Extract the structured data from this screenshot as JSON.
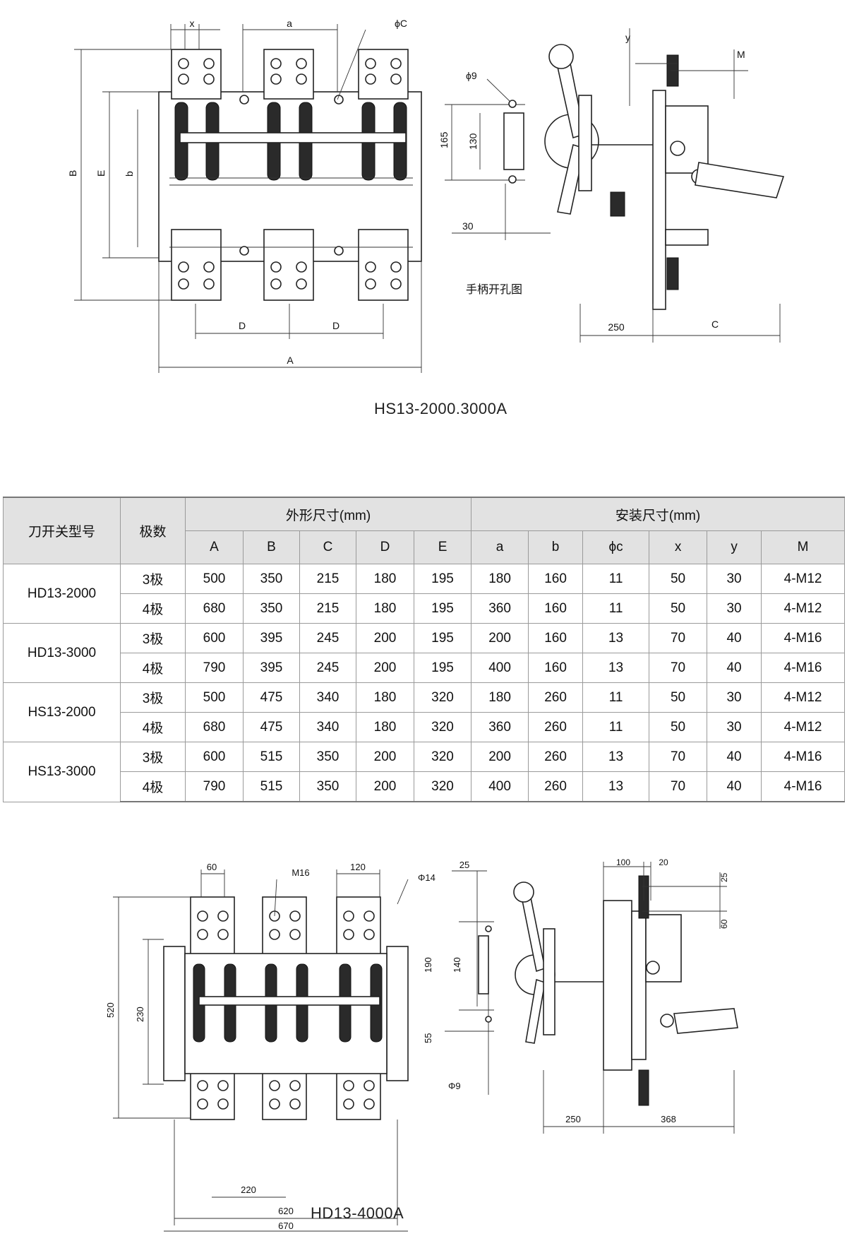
{
  "top_figure": {
    "caption": "HS13-2000.3000A",
    "handle_label": "手柄开孔图",
    "dims": {
      "x": "x",
      "a": "a",
      "phiC": "ϕC",
      "B": "B",
      "E": "E",
      "b": "b",
      "D1": "D",
      "D2": "D",
      "A": "A",
      "phi9": "ϕ9",
      "d165": "165",
      "d130": "130",
      "d30": "30",
      "y": "y",
      "M": "M",
      "d250": "250",
      "C": "C"
    }
  },
  "table": {
    "headers": {
      "model": "刀开关型号",
      "poles": "极数",
      "outline": "外形尺寸(mm)",
      "install": "安装尺寸(mm)",
      "cols": [
        "A",
        "B",
        "C",
        "D",
        "E",
        "a",
        "b",
        "ϕc",
        "x",
        "y",
        "M"
      ]
    },
    "rows": [
      {
        "model": "HD13-2000",
        "poles": "3极",
        "values": [
          "500",
          "350",
          "215",
          "180",
          "195",
          "180",
          "160",
          "11",
          "50",
          "30",
          "4-M12"
        ]
      },
      {
        "model": "",
        "poles": "4极",
        "values": [
          "680",
          "350",
          "215",
          "180",
          "195",
          "360",
          "160",
          "11",
          "50",
          "30",
          "4-M12"
        ]
      },
      {
        "model": "HD13-3000",
        "poles": "3极",
        "values": [
          "600",
          "395",
          "245",
          "200",
          "195",
          "200",
          "160",
          "13",
          "70",
          "40",
          "4-M16"
        ]
      },
      {
        "model": "",
        "poles": "4极",
        "values": [
          "790",
          "395",
          "245",
          "200",
          "195",
          "400",
          "160",
          "13",
          "70",
          "40",
          "4-M16"
        ]
      },
      {
        "model": "HS13-2000",
        "poles": "3极",
        "values": [
          "500",
          "475",
          "340",
          "180",
          "320",
          "180",
          "260",
          "11",
          "50",
          "30",
          "4-M12"
        ]
      },
      {
        "model": "",
        "poles": "4极",
        "values": [
          "680",
          "475",
          "340",
          "180",
          "320",
          "360",
          "260",
          "11",
          "50",
          "30",
          "4-M12"
        ]
      },
      {
        "model": "HS13-3000",
        "poles": "3极",
        "values": [
          "600",
          "515",
          "350",
          "200",
          "320",
          "200",
          "260",
          "13",
          "70",
          "40",
          "4-M16"
        ]
      },
      {
        "model": "",
        "poles": "4极",
        "values": [
          "790",
          "515",
          "350",
          "200",
          "320",
          "400",
          "260",
          "13",
          "70",
          "40",
          "4-M16"
        ]
      }
    ]
  },
  "bottom_figure": {
    "caption": "HD13-4000A",
    "dims": {
      "d60": "60",
      "M16": "M16",
      "d120": "120",
      "phi14": "Φ14",
      "d520": "520",
      "d230": "230",
      "d220": "220",
      "d620": "620",
      "d670": "670",
      "d25": "25",
      "d190": "190",
      "d140": "140",
      "d55": "55",
      "phi9": "Φ9",
      "d100": "100",
      "d20": "20",
      "d25b": "25",
      "d60b": "60",
      "d250": "250",
      "d368": "368"
    }
  }
}
